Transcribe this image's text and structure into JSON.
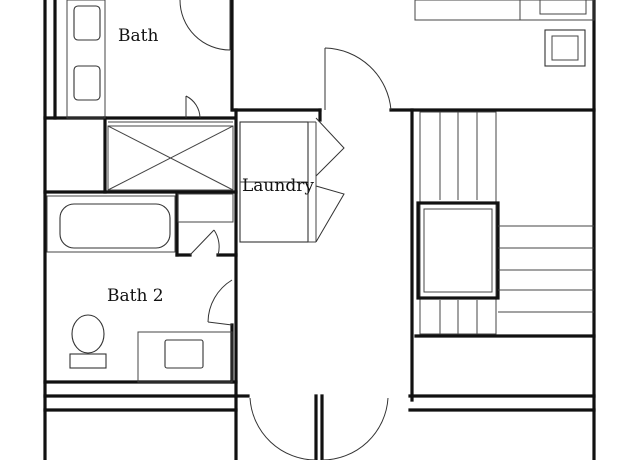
{
  "rooms": {
    "bath": "Bath",
    "laundry": "Laundry",
    "bath2": "Bath 2"
  },
  "colors": {
    "line": "#111111",
    "background": "#ffffff"
  }
}
